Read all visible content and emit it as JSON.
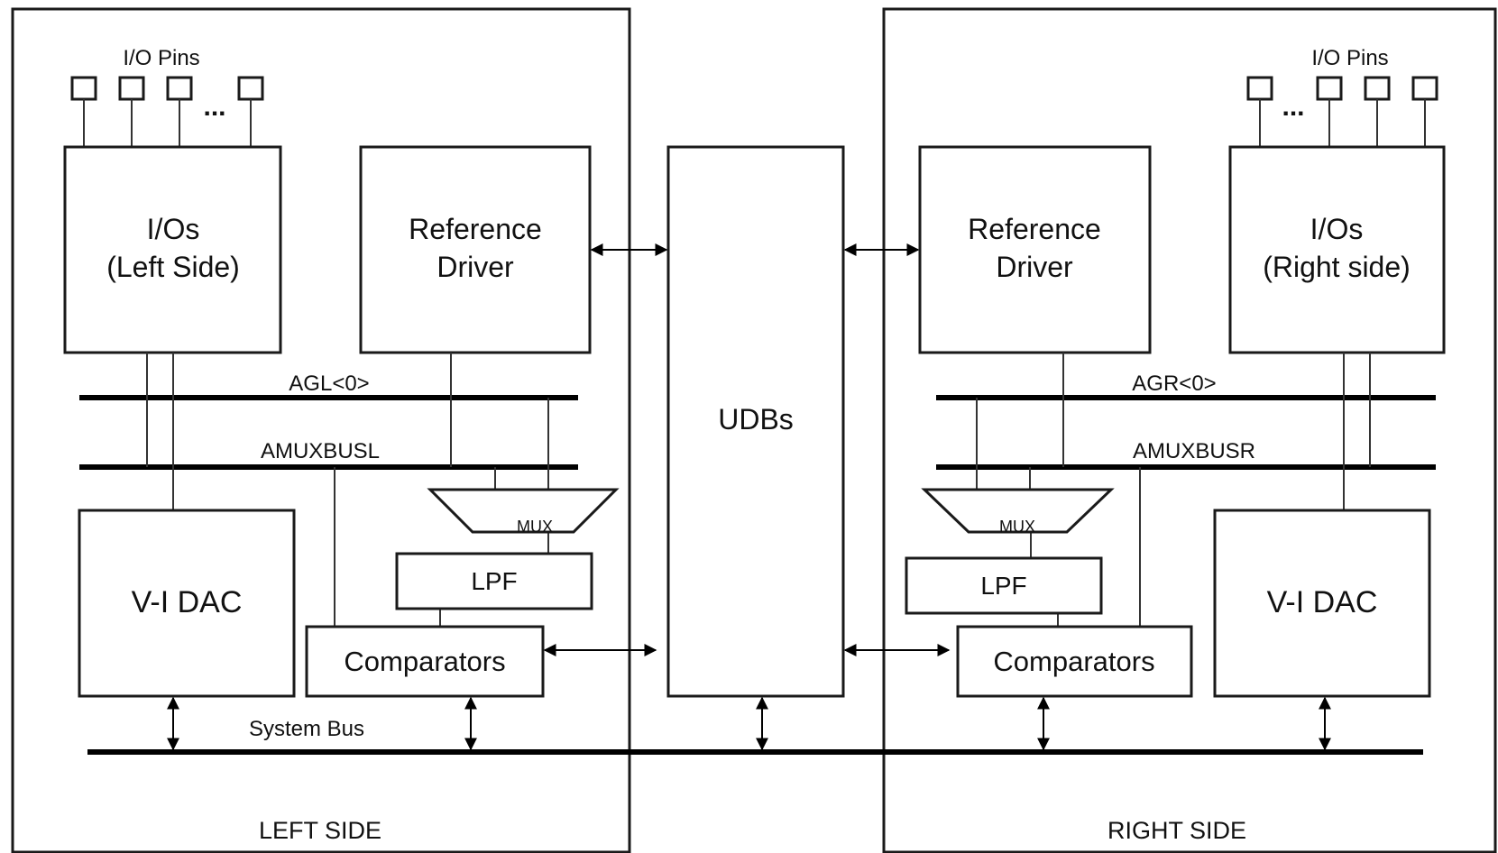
{
  "left": {
    "io_pins_label": "I/O Pins",
    "pins_ellipsis": "...",
    "ios_line1": "I/Os",
    "ios_line2": "(Left Side)",
    "ref_line1": "Reference",
    "ref_line2": "Driver",
    "agl_label": "AGL<0>",
    "amux_label": "AMUXBUSL",
    "mux_label": "MUX",
    "lpf_label": "LPF",
    "dac_label": "V-I DAC",
    "comparators_label": "Comparators",
    "system_bus_label": "System Bus",
    "region_label": "LEFT SIDE"
  },
  "center": {
    "udbs_label": "UDBs"
  },
  "right": {
    "io_pins_label": "I/O Pins",
    "pins_ellipsis": "...",
    "ios_line1": "I/Os",
    "ios_line2": "(Right side)",
    "ref_line1": "Reference",
    "ref_line2": "Driver",
    "agr_label": "AGR<0>",
    "amux_label": "AMUXBUSR",
    "mux_label": "MUX",
    "lpf_label": "LPF",
    "dac_label": "V-I DAC",
    "comparators_label": "Comparators",
    "region_label": "RIGHT SIDE"
  }
}
